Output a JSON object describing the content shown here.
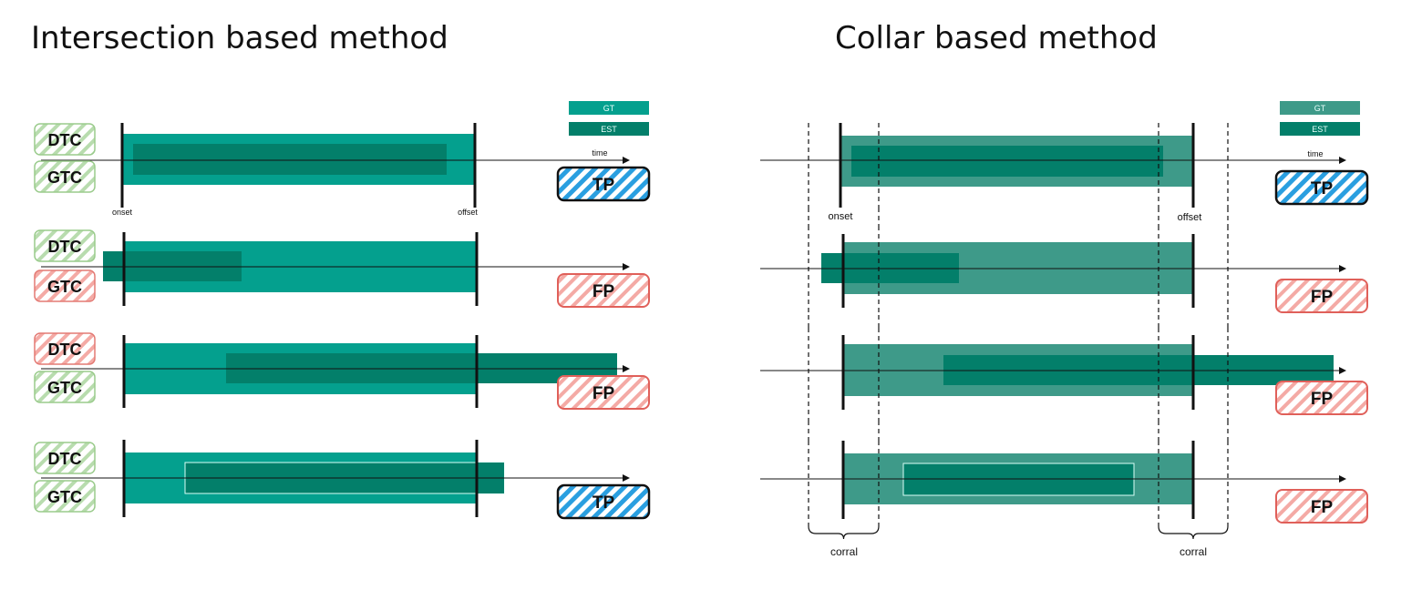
{
  "left_panel": {
    "title": "Intersection based method",
    "legend": {
      "gt": "GT",
      "est": "EST"
    },
    "time_label": "time",
    "onset_label": "onset",
    "offset_label": "offset",
    "rows": [
      {
        "dtc": "DTC",
        "dtc_status": "pass",
        "gtc": "GTC",
        "gtc_status": "pass",
        "result": "TP"
      },
      {
        "dtc": "DTC",
        "dtc_status": "pass",
        "gtc": "GTC",
        "gtc_status": "fail",
        "result": "FP"
      },
      {
        "dtc": "DTC",
        "dtc_status": "fail",
        "gtc": "GTC",
        "gtc_status": "pass",
        "result": "FP"
      },
      {
        "dtc": "DTC",
        "dtc_status": "pass",
        "gtc": "GTC",
        "gtc_status": "pass",
        "result": "TP"
      }
    ]
  },
  "right_panel": {
    "title": "Collar based method",
    "legend": {
      "gt": "GT",
      "est": "EST"
    },
    "time_label": "time",
    "onset_label": "onset",
    "offset_label": "offset",
    "corral_label": "corral",
    "rows": [
      {
        "result": "TP"
      },
      {
        "result": "FP"
      },
      {
        "result": "FP"
      },
      {
        "result": "FP"
      }
    ]
  },
  "colors": {
    "gt_intersection": "#04a08e",
    "est_intersection": "#037f6a",
    "gt_collar": "#3e9a89",
    "est_collar": "#037f6a",
    "tp_hatch": "#2a9fe0",
    "fp_hatch": "#f4aaa5",
    "pass_hatch": "#b8dcae",
    "fail_hatch": "#f4aaa5"
  }
}
